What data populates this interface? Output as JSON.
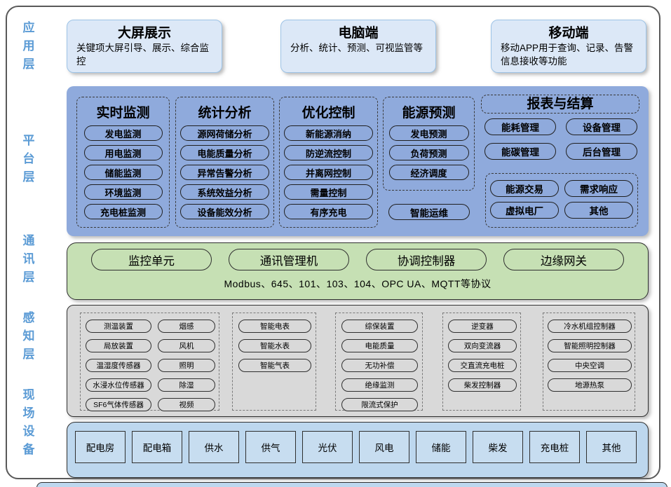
{
  "colors": {
    "label_blue": "#5B9BD5",
    "app_card_fill": "#DCE8F7",
    "app_card_border": "#9DC3E6",
    "platform_fill": "#8FAADC",
    "comm_fill": "#C6E0B4",
    "perception_fill": "#D9D9D9",
    "field_fill": "#BDD7EE",
    "field_box_fill": "#C7DDF0",
    "border_dark": "#2F2F2F"
  },
  "layers": {
    "application": {
      "label": "应用层",
      "cards": [
        {
          "title": "大屏展示",
          "desc": "关键项大屏引导、展示、综合监控"
        },
        {
          "title": "电脑端",
          "desc": "分析、统计、预测、可视监管等"
        },
        {
          "title": "移动端",
          "desc": "移动APP用于查询、记录、告警信息接收等功能"
        }
      ]
    },
    "platform": {
      "label": "平台层",
      "columns": [
        {
          "title": "实时监测",
          "pills": [
            "发电监测",
            "用电监测",
            "储能监测",
            "环境监测",
            "充电桩监测"
          ]
        },
        {
          "title": "统计分析",
          "pills": [
            "源网荷储分析",
            "电能质量分析",
            "异常告警分析",
            "系统效益分析",
            "设备能效分析"
          ]
        },
        {
          "title": "优化控制",
          "pills": [
            "新能源消纳",
            "防逆流控制",
            "并离网控制",
            "需量控制",
            "有序充电"
          ]
        },
        {
          "title": "能源预测",
          "pills": [
            "发电预测",
            "负荷预测",
            "经济调度"
          ]
        }
      ],
      "extra_pill": "智能运维",
      "report": {
        "title": "报表与结算",
        "pills": [
          "能耗管理",
          "设备管理",
          "能碳管理",
          "后台管理"
        ],
        "boxed_pills": [
          "能源交易",
          "需求响应",
          "虚拟电厂",
          "其他"
        ]
      }
    },
    "communication": {
      "label": "通讯层",
      "devices": [
        "监控单元",
        "通讯管理机",
        "协调控制器",
        "边缘网关"
      ],
      "protocols": "Modbus、645、101、103、104、OPC UA、MQTT等协议"
    },
    "perception": {
      "label": "感知层",
      "group1_col1": [
        "测温装置",
        "局放装置",
        "温湿度传感器",
        "水浸水位传感器",
        "SF6气体传感器"
      ],
      "group1_col2": [
        "烟感",
        "风机",
        "照明",
        "除湿",
        "视频"
      ],
      "group2": [
        "智能电表",
        "智能水表",
        "智能气表"
      ],
      "group3": [
        "综保装置",
        "电能质量",
        "无功补偿",
        "绝缘监测",
        "限流式保护"
      ],
      "group4": [
        "逆变器",
        "双向变流器",
        "交直流充电桩",
        "柴发控制器"
      ],
      "group5": [
        "冷水机组控制器",
        "智能照明控制器",
        "中央空调",
        "地源热泵"
      ]
    },
    "field": {
      "label": "现场设备",
      "devices": [
        "配电房",
        "配电箱",
        "供水",
        "供气",
        "光伏",
        "风电",
        "储能",
        "柴发",
        "充电桩",
        "其他"
      ]
    }
  }
}
